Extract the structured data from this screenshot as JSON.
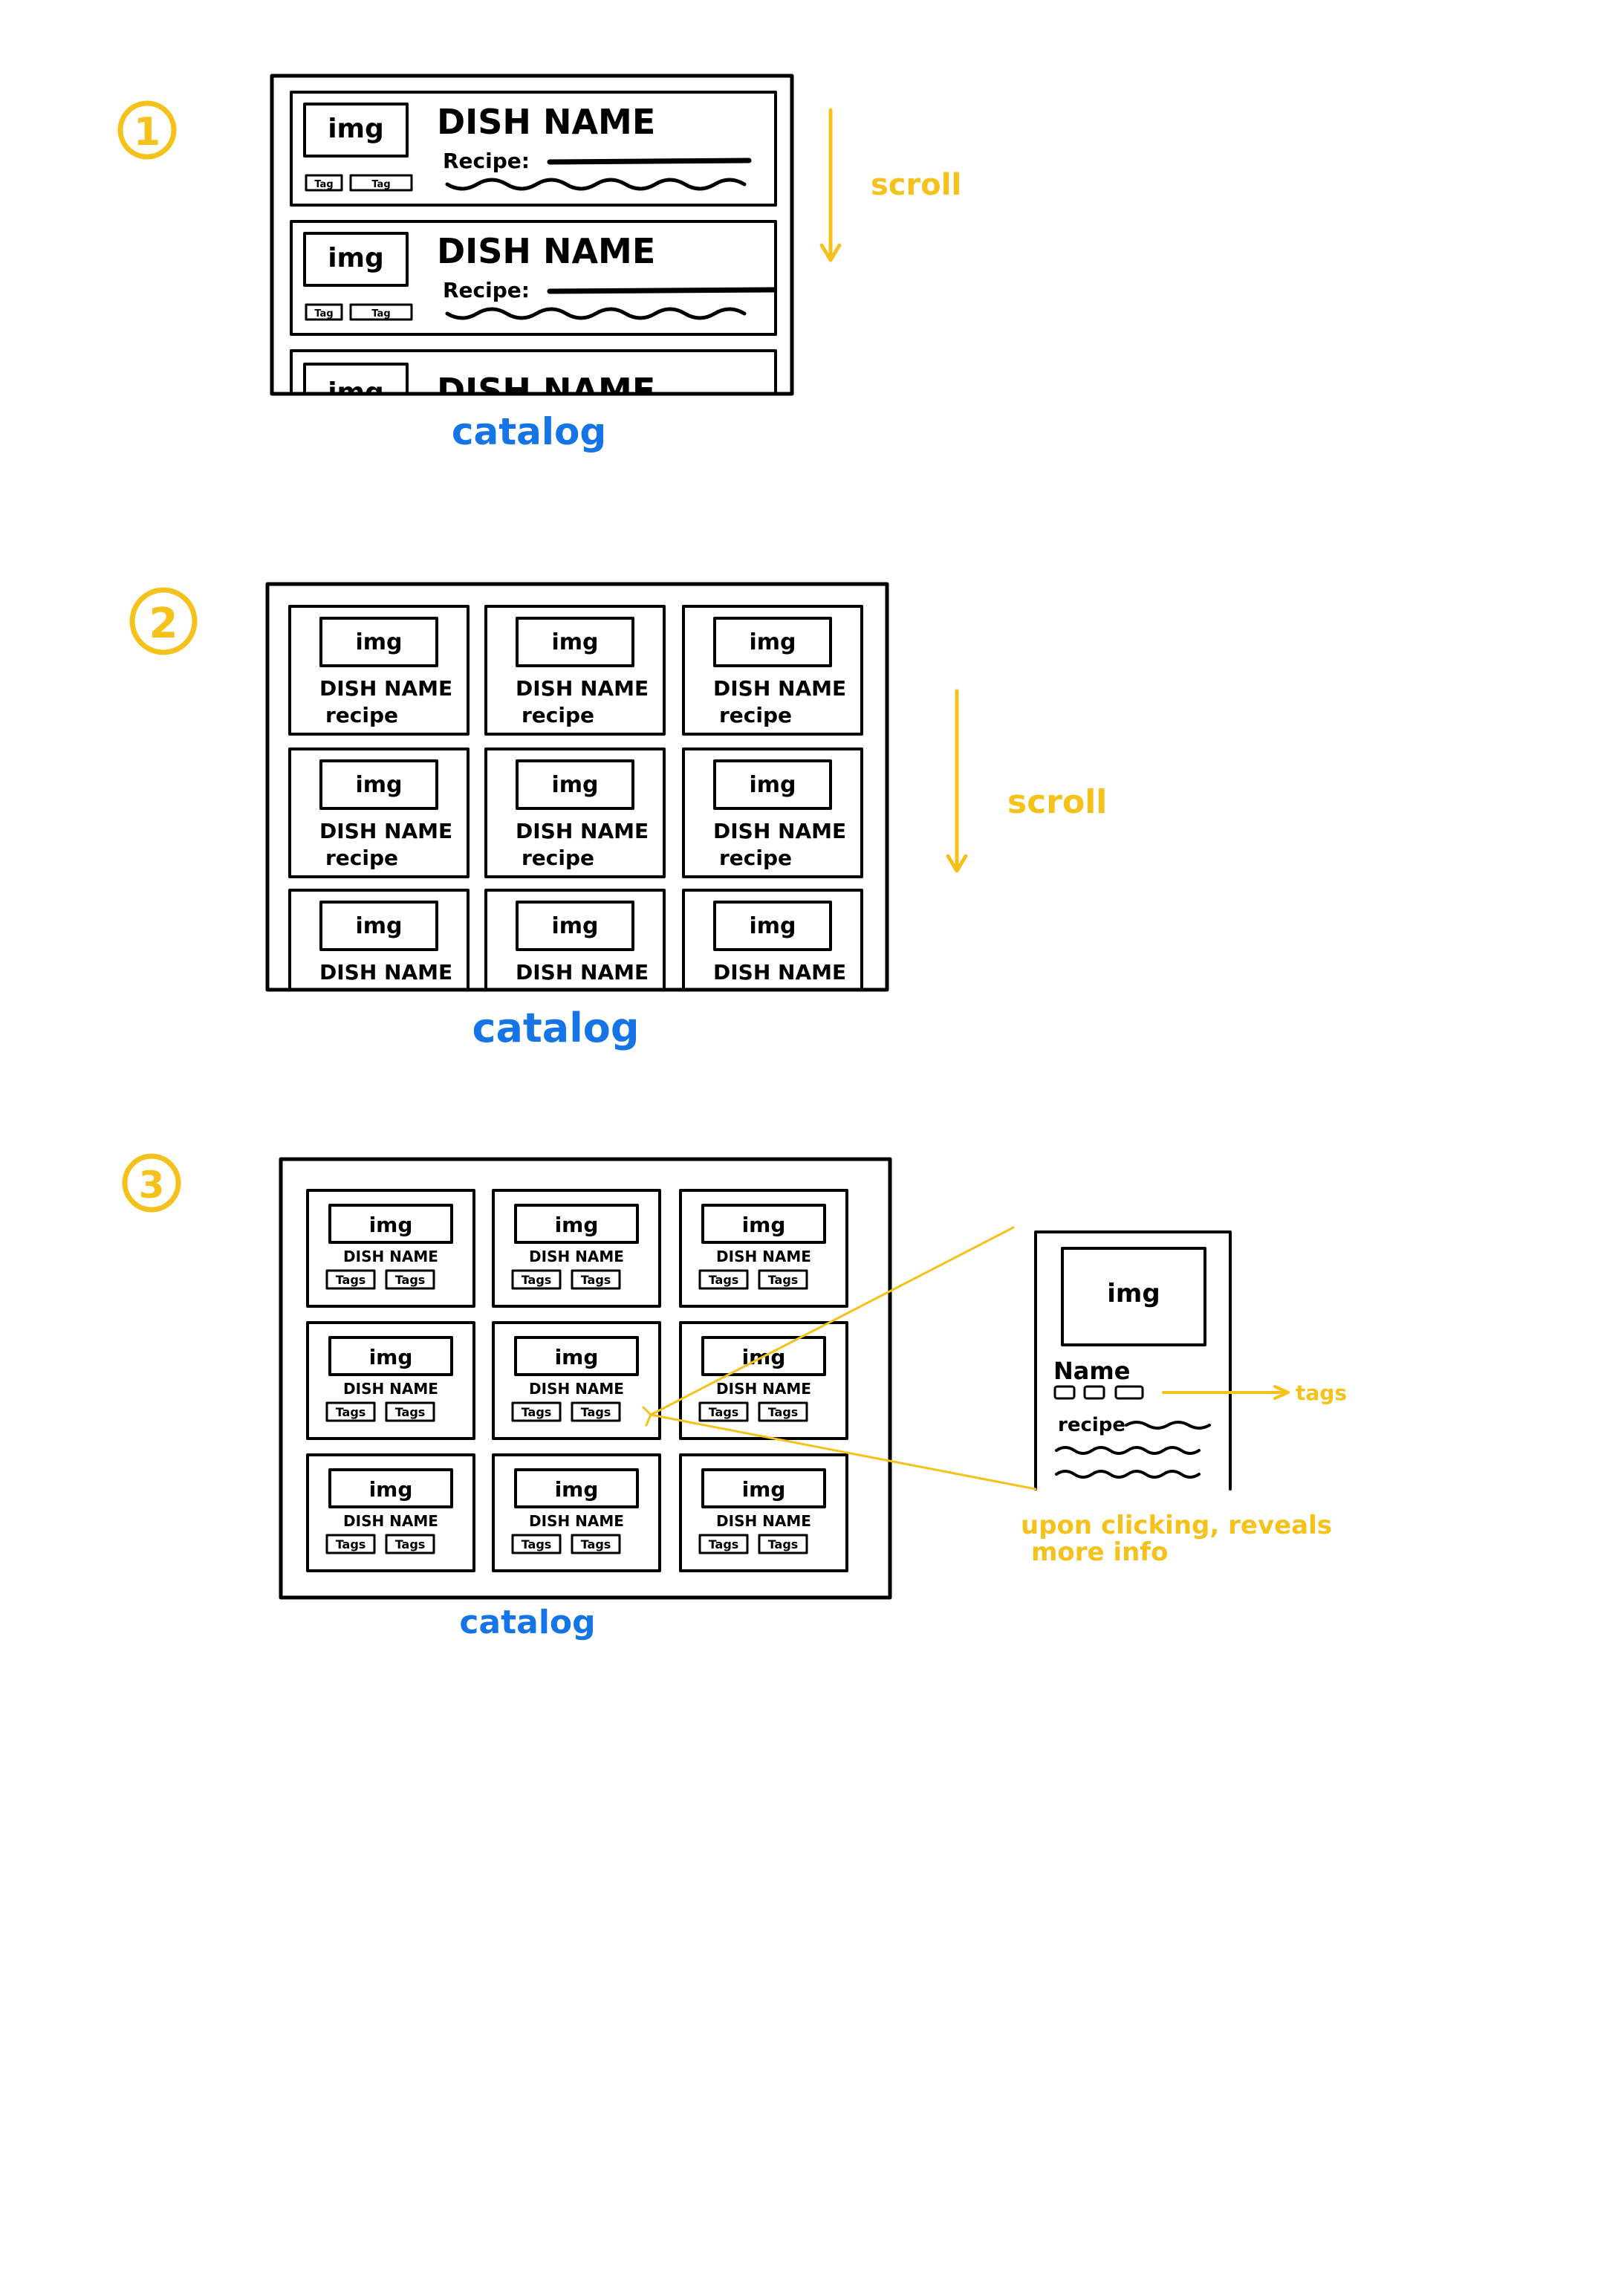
{
  "sketches": [
    {
      "number": "1",
      "caption": "catalog",
      "scroll_label": "scroll",
      "rows": [
        {
          "img": "img",
          "dish": "DISH NAME",
          "recipe": "Recipe:",
          "tags": [
            "Tag",
            "Tag"
          ]
        },
        {
          "img": "img",
          "dish": "DISH NAME",
          "recipe": "Recipe:",
          "tags": [
            "Tag",
            "Tag"
          ]
        },
        {
          "img": "img",
          "dish": "DISH NAME"
        }
      ]
    },
    {
      "number": "2",
      "caption": "catalog",
      "scroll_label": "scroll",
      "cards": [
        {
          "img": "img",
          "dish": "DISH NAME",
          "recipe": "recipe"
        },
        {
          "img": "img",
          "dish": "DISH NAME",
          "recipe": "recipe"
        },
        {
          "img": "img",
          "dish": "DISH NAME",
          "recipe": "recipe"
        },
        {
          "img": "img",
          "dish": "DISH NAME",
          "recipe": "recipe"
        },
        {
          "img": "img",
          "dish": "DISH NAME",
          "recipe": "recipe"
        },
        {
          "img": "img",
          "dish": "DISH NAME",
          "recipe": "recipe"
        },
        {
          "img": "img",
          "dish": "DISH NAME"
        },
        {
          "img": "img",
          "dish": "DISH NAME"
        },
        {
          "img": "img",
          "dish": "DISH NAME"
        }
      ]
    },
    {
      "number": "3",
      "caption": "catalog",
      "cards": [
        {
          "img": "img",
          "dish": "DISH NAME",
          "tags": [
            "Tags",
            "Tags"
          ]
        },
        {
          "img": "img",
          "dish": "DISH NAME",
          "tags": [
            "Tags",
            "Tags"
          ]
        },
        {
          "img": "img",
          "dish": "DISH NAME",
          "tags": [
            "Tags",
            "Tags"
          ]
        },
        {
          "img": "img",
          "dish": "DISH NAME",
          "tags": [
            "Tags",
            "Tags"
          ]
        },
        {
          "img": "img",
          "dish": "DISH NAME",
          "tags": [
            "Tags",
            "Tags"
          ]
        },
        {
          "img": "img",
          "dish": "DISH NAME",
          "tags": [
            "Tags",
            "Tags"
          ]
        },
        {
          "img": "img",
          "dish": "DISH NAME",
          "tags": [
            "Tags",
            "Tags"
          ]
        },
        {
          "img": "img",
          "dish": "DISH NAME",
          "tags": [
            "Tags",
            "Tags"
          ]
        },
        {
          "img": "img",
          "dish": "DISH NAME",
          "tags": [
            "Tags",
            "Tags"
          ]
        }
      ],
      "detail": {
        "img": "img",
        "name": "Name",
        "recipe": "recipe",
        "tags_label": "tags"
      },
      "annotation_line1": "upon clicking, reveals",
      "annotation_line2": "more info"
    }
  ],
  "colors": {
    "ink": "#000000",
    "annotation_yellow": "#f5c21b",
    "caption_blue": "#1574e6"
  }
}
